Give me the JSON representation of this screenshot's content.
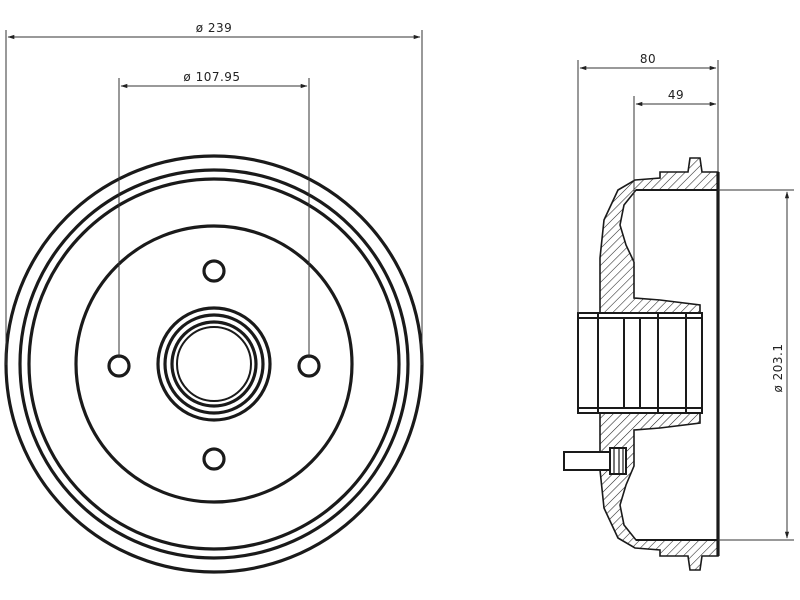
{
  "front_view": {
    "overall_diameter_label": "ø 239",
    "bolt_circle_label": "ø 107.95",
    "bolt_hole_count": 4
  },
  "side_view": {
    "total_depth_label": "80",
    "drum_depth_label": "49",
    "braking_diameter_label": "ø 203.1"
  }
}
